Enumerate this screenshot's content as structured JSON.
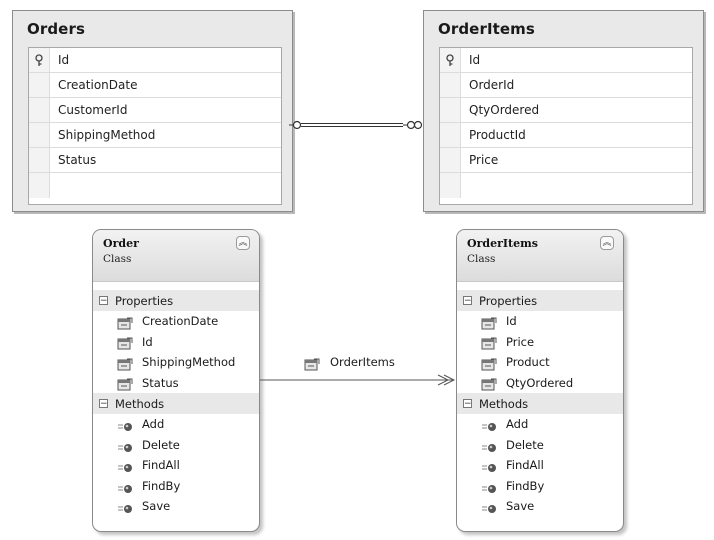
{
  "db_tables": {
    "orders": {
      "title": "Orders",
      "columns": [
        "Id",
        "CreationDate",
        "CustomerId",
        "ShippingMethod",
        "Status"
      ]
    },
    "order_items": {
      "title": "OrderItems",
      "columns": [
        "Id",
        "OrderId",
        "QtyOrdered",
        "ProductId",
        "Price"
      ]
    }
  },
  "classes": {
    "order": {
      "name": "Order",
      "kind": "Class",
      "properties_label": "Properties",
      "properties": [
        "CreationDate",
        "Id",
        "ShippingMethod",
        "Status"
      ],
      "methods_label": "Methods",
      "methods": [
        "Add",
        "Delete",
        "FindAll",
        "FindBy",
        "Save"
      ]
    },
    "order_items": {
      "name": "OrderItems",
      "kind": "Class",
      "properties_label": "Properties",
      "properties": [
        "Id",
        "Price",
        "Product",
        "QtyOrdered"
      ],
      "methods_label": "Methods",
      "methods": [
        "Add",
        "Delete",
        "FindAll",
        "FindBy",
        "Save"
      ]
    }
  },
  "association": {
    "label": "OrderItems"
  },
  "icons": {
    "primary_key": "key-icon",
    "property": "property-icon",
    "method": "method-icon",
    "collapse": "double-chevron-up-icon",
    "section_toggle": "minus-box-icon"
  }
}
